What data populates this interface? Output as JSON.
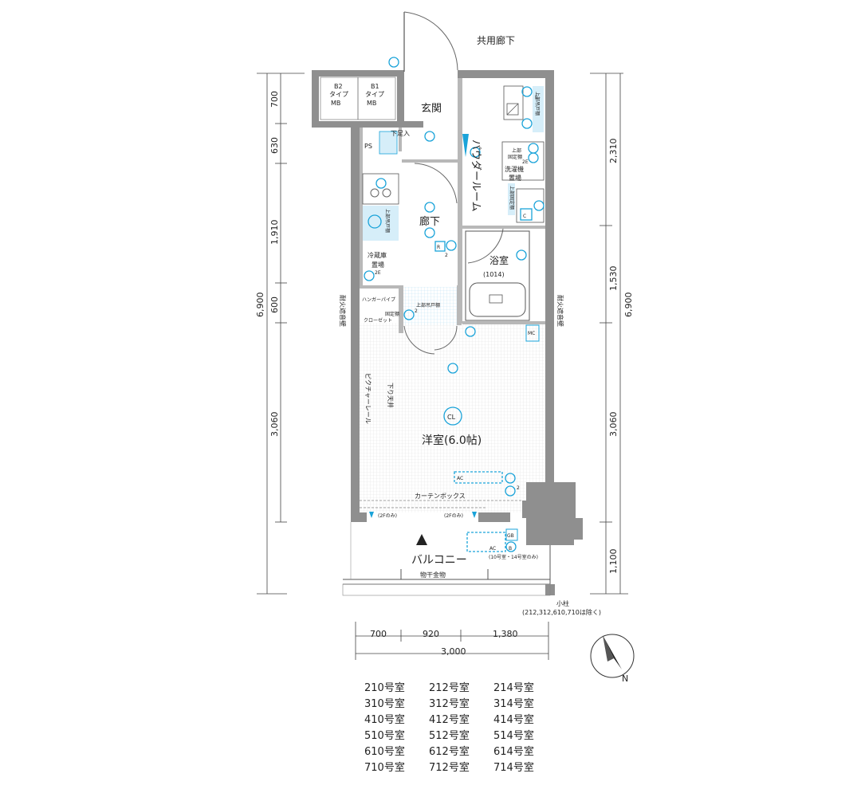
{
  "labels": {
    "corridor_common": "共用廊下",
    "entrance": "玄関",
    "ps": "PS",
    "shoe_box": "下足入",
    "powder_room": "パウダールーム",
    "hallway": "廊下",
    "fridge_space_line1": "冷蔵庫",
    "fridge_space_line2": "置場",
    "bath": "浴室",
    "bath_size": "(1014)",
    "hanger_pipe": "ハンガーパイプ",
    "closet": "クローゼット",
    "fixed_shelf": "固定棚",
    "upper_cabinet_short": "上部吊戸棚",
    "upper_cabinet_v": "上部吊戸棚",
    "upper_fixed_shelf_v": "上部固定棚",
    "upper_fixed_shelf_line1": "上部",
    "upper_fixed_shelf_line2": "固定棚",
    "washer_line1": "洗濯機",
    "washer_line2": "置場",
    "fire_wall_left": "耐火遮音壁",
    "fire_wall_right": "耐火遮音壁",
    "picture_rail": "ピクチャーレール",
    "dropped_ceiling": "下り天井",
    "western_room": "洋室(6.0帖)",
    "curtain_box": "カーテンボックス",
    "balcony": "バルコニー",
    "drying_rack": "物干金物",
    "small_post_line1": "小柱",
    "small_post_line2": "(212,312,610,710は除く)",
    "floor_note_left": "(2Fのみ)",
    "floor_note_right": "(2Fのみ)",
    "room_note": "(10号室・14号室のみ)",
    "mb_b2_line1": "B2",
    "mb_b2_line2": "タイプ",
    "mb_b2_line3": "MB",
    "mb_b1_line1": "B1",
    "mb_b1_line2": "タイプ",
    "mb_b1_line3": "MB",
    "cl": "CL",
    "ac": "AC",
    "ac2": "AC",
    "mc": "MC",
    "gb": "GB",
    "b": "B",
    "c": "C",
    "r": "R",
    "two_e": "2E",
    "two_e_b": "2E",
    "e": "E",
    "two": "2",
    "two_b": "2",
    "two_c": "2",
    "north": "N"
  },
  "dimensions": {
    "left": [
      "700",
      "630",
      "1,910",
      "600",
      "3,060"
    ],
    "left_total": "6,900",
    "right": [
      "2,310",
      "1,530",
      "3,060",
      "1,100"
    ],
    "right_total": "6,900",
    "bottom": [
      "700",
      "920",
      "1,380"
    ],
    "bottom_total": "3,000"
  },
  "room_numbers": [
    [
      "210号室",
      "310号室",
      "410号室",
      "510号室",
      "610号室",
      "710号室"
    ],
    [
      "212号室",
      "312号室",
      "412号室",
      "512号室",
      "612号室",
      "712号室"
    ],
    [
      "214号室",
      "314号室",
      "414号室",
      "514号室",
      "614号室",
      "714号室"
    ]
  ],
  "colors": {
    "equipment": "#1aa3d9",
    "wall": "#8f8f8f",
    "equipment_fill": "#d6eef9"
  },
  "icons": {
    "compass": "north-arrow-icon",
    "entrance_marker": "triangle-up-icon"
  }
}
